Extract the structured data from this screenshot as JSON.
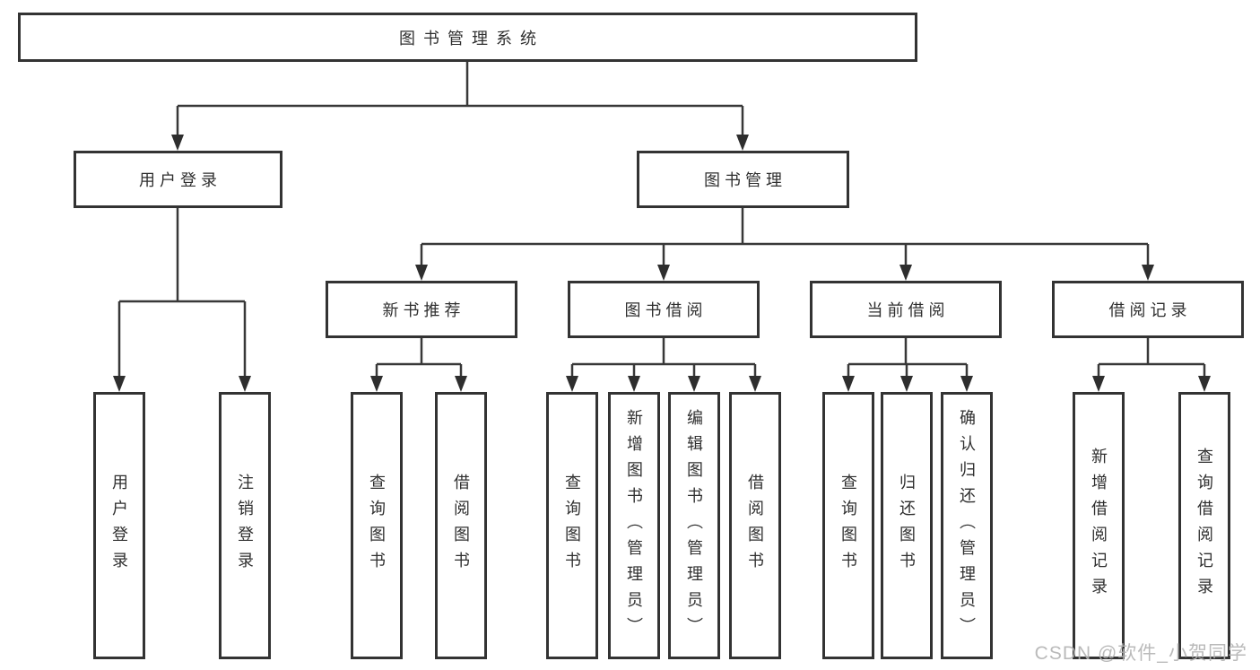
{
  "diagram": {
    "tree": {
      "label": "图书管理系统",
      "children": [
        {
          "label": "用户登录",
          "children": [
            {
              "label": "用户登录"
            },
            {
              "label": "注销登录"
            }
          ]
        },
        {
          "label": "图书管理",
          "children": [
            {
              "label": "新书推荐",
              "children": [
                {
                  "label": "查询图书"
                },
                {
                  "label": "借阅图书"
                }
              ]
            },
            {
              "label": "图书借阅",
              "children": [
                {
                  "label": "查询图书"
                },
                {
                  "label": "新增图书（管理员）"
                },
                {
                  "label": "编辑图书（管理员）"
                },
                {
                  "label": "借阅图书"
                }
              ]
            },
            {
              "label": "当前借阅",
              "children": [
                {
                  "label": "查询图书"
                },
                {
                  "label": "归还图书"
                },
                {
                  "label": "确认归还（管理员）"
                }
              ]
            },
            {
              "label": "借阅记录",
              "children": [
                {
                  "label": "新增借阅记录"
                },
                {
                  "label": "查询借阅记录"
                }
              ]
            }
          ]
        }
      ]
    },
    "colors": {
      "line": "#383838",
      "border": "#333333",
      "text": "#2f2f2f",
      "watermark": "#b3b3b3",
      "background": "#ffffff"
    }
  },
  "watermark": {
    "text": "CSDN @软件_小贺同学"
  }
}
